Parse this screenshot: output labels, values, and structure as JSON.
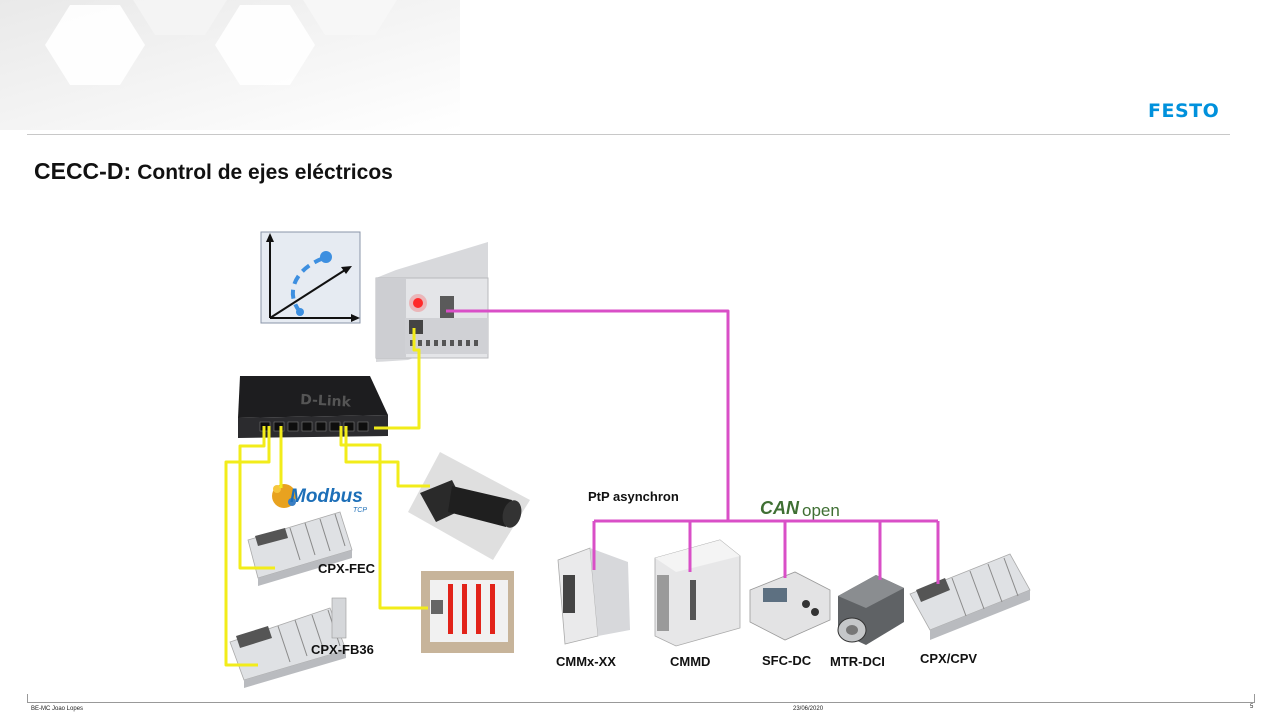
{
  "header": {
    "brand": "FESTO",
    "title_part1": "CECC-D:",
    "title_part2": "Control de ejes eléctricos"
  },
  "diagram": {
    "protocols": {
      "modbus_main": "Modbus",
      "modbus_sub": "TCP",
      "canopen_can": "CAN",
      "canopen_open": "open",
      "ptp": "PtP asynchron"
    },
    "devices": {
      "cpx_fec": "CPX-FEC",
      "cpx_fb36": "CPX-FB36",
      "cmmx": "CMMx-XX",
      "cmmd": "CMMD",
      "sfc_dc": "SFC-DC",
      "mtr_dci": "MTR-DCI",
      "cpx_cpv": "CPX/CPV"
    },
    "switch_brand": "D-Link",
    "colors": {
      "ethernet": "#f2ec1a",
      "canbus": "#d94fc7",
      "brand_blue": "#0091dc"
    }
  },
  "footer": {
    "author": "BE-MC Joao Lopes",
    "date": "23/06/2020",
    "page": "5"
  }
}
